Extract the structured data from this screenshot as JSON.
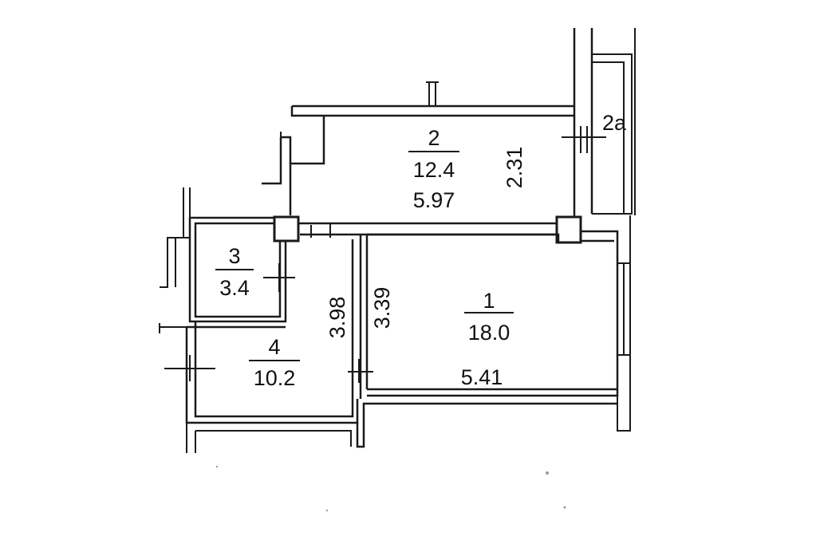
{
  "rooms": {
    "r1": {
      "number": "1",
      "area": "18.0"
    },
    "r2": {
      "number": "2",
      "area": "12.4"
    },
    "r2a": {
      "number": "2а"
    },
    "r3": {
      "number": "3",
      "area": "3.4"
    },
    "r4": {
      "number": "4",
      "area": "10.2"
    }
  },
  "dimensions": {
    "room2_length": "5.97",
    "room2_width": "2.31",
    "room1_length": "5.41",
    "room1_width": "3.39",
    "room4_length": "3.98"
  }
}
